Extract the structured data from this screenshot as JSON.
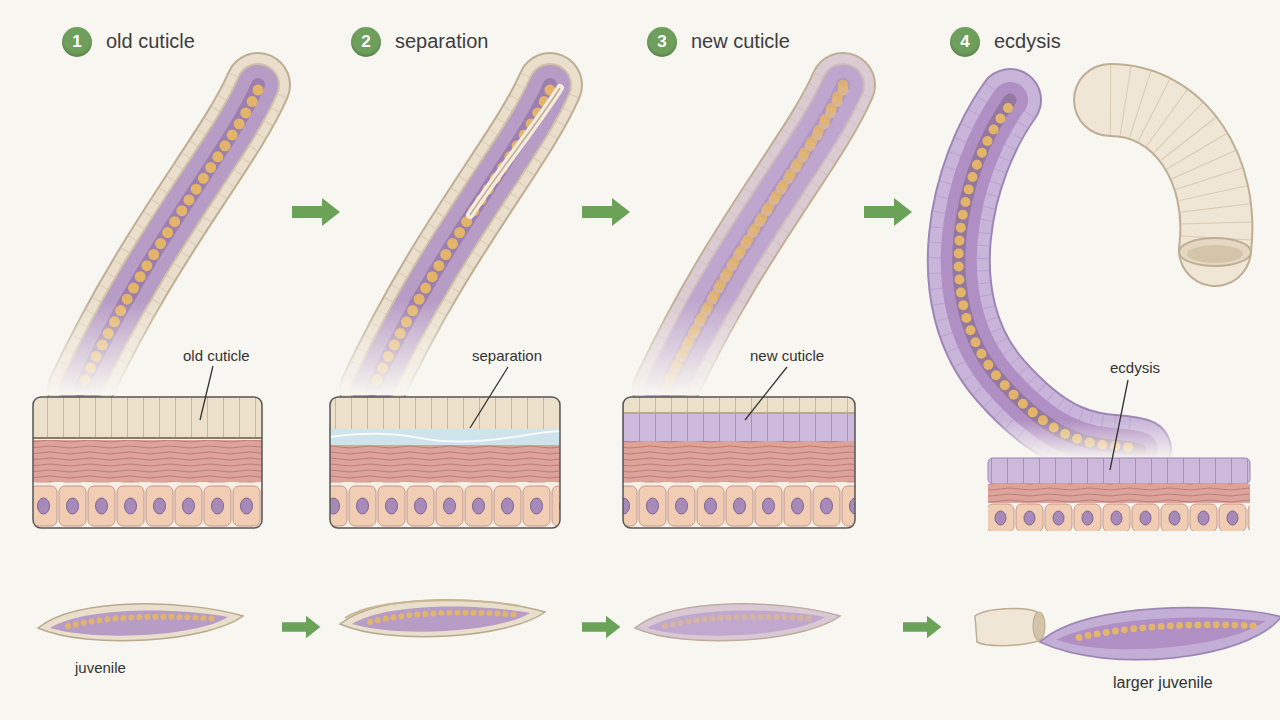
{
  "diagram": {
    "nodes": [
      {
        "text": [
          "1",
          "old cuticle"
        ]
      },
      {
        "text": [
          "2",
          "separation"
        ]
      },
      {
        "text": [
          "3",
          "new cuticle"
        ]
      },
      {
        "text": [
          "4",
          "ecdysis"
        ]
      }
    ],
    "labels": [
      "old cuticle",
      "separation",
      "new cuticle",
      "ecdysis",
      "juvenile",
      "larger juvenile"
    ]
  }
}
